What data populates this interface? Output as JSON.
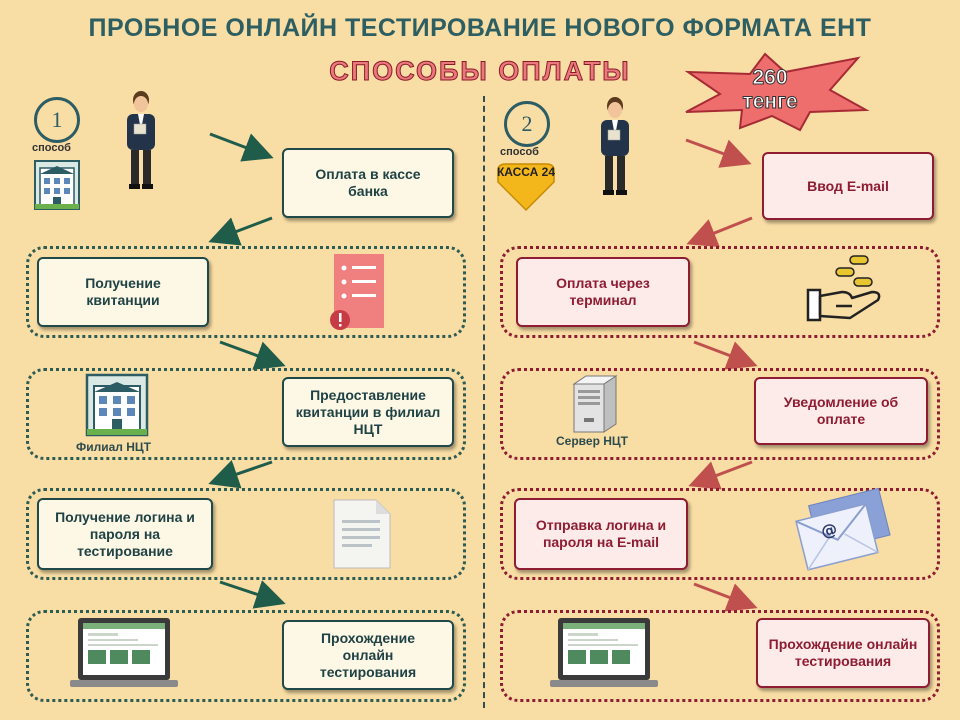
{
  "header": {
    "title": "ПРОБНОЕ ОНЛАЙН ТЕСТИРОВАНИЕ НОВОГО ФОРМАТА ЕНТ",
    "subtitle": "СПОСОБЫ ОПЛАТЫ"
  },
  "price_badge": {
    "amount": "260",
    "currency": "тенге"
  },
  "left": {
    "number": "1",
    "way_label": "способ",
    "steps": [
      "Оплата в кассе банка",
      "Получение квитанции",
      "Предоставление квитанции в филиал НЦТ",
      "Получение логина и пароля на тестирование",
      "Прохождение онлайн тестирования"
    ],
    "branch_caption": "Филиал НЦТ"
  },
  "right": {
    "number": "2",
    "way_label": "способ",
    "kassa_logo": "КАССА 24",
    "steps": [
      "Ввод E-mail",
      "Оплата через терминал",
      "Уведомление об оплате",
      "Отправка логина и пароля на E-mail",
      "Прохождение онлайн тестирования"
    ],
    "server_caption": "Сервер НЦТ"
  },
  "colors": {
    "left_border": "#1f4a49",
    "right_border": "#8e1c33",
    "background": "#f8dda4",
    "title": "#2d5f62",
    "subtitle": "#e9797b"
  },
  "icons": [
    "person-icon",
    "building-icon",
    "kassa24-logo",
    "receipt-icon",
    "hand-coins-icon",
    "server-icon",
    "document-icon",
    "envelope-icon",
    "laptop-icon",
    "arrow-icon"
  ]
}
